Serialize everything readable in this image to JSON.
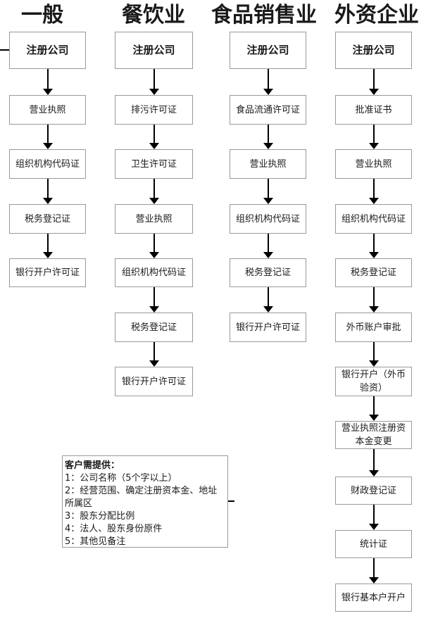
{
  "diagram": {
    "columns": [
      {
        "title": "一般",
        "steps": [
          "注册公司",
          "营业执照",
          "组织机构代码证",
          "税务登记证",
          "银行开户许可证"
        ]
      },
      {
        "title": "餐饮业",
        "steps": [
          "注册公司",
          "排污许可证",
          "卫生许可证",
          "营业执照",
          "组织机构代码证",
          "税务登记证",
          "银行开户许可证"
        ]
      },
      {
        "title": "食品销售业",
        "steps": [
          "注册公司",
          "食品流通许可证",
          "营业执照",
          "组织机构代码证",
          "税务登记证",
          "银行开户许可证"
        ]
      },
      {
        "title": "外资企业",
        "steps": [
          "注册公司",
          "批准证书",
          "营业执照",
          "组织机构代码证",
          "税务登记证",
          "外币账户审批",
          "银行开户（外币验资）",
          "营业执照注册资本金变更",
          "财政登记证",
          "统计证",
          "银行基本户开户"
        ]
      }
    ],
    "notes": {
      "title": "客户需提供：",
      "items": [
        "1：公司名称（5个字以上）",
        "2：经营范围、确定注册资本金、地址所属区",
        "3：股东分配比例",
        "4：法人、股东身份原件",
        "5：其他见备注"
      ]
    },
    "colors": {
      "background": "#ffffff",
      "box_border": "#999999",
      "arrow": "#000000",
      "text": "#1a1a1a"
    }
  }
}
